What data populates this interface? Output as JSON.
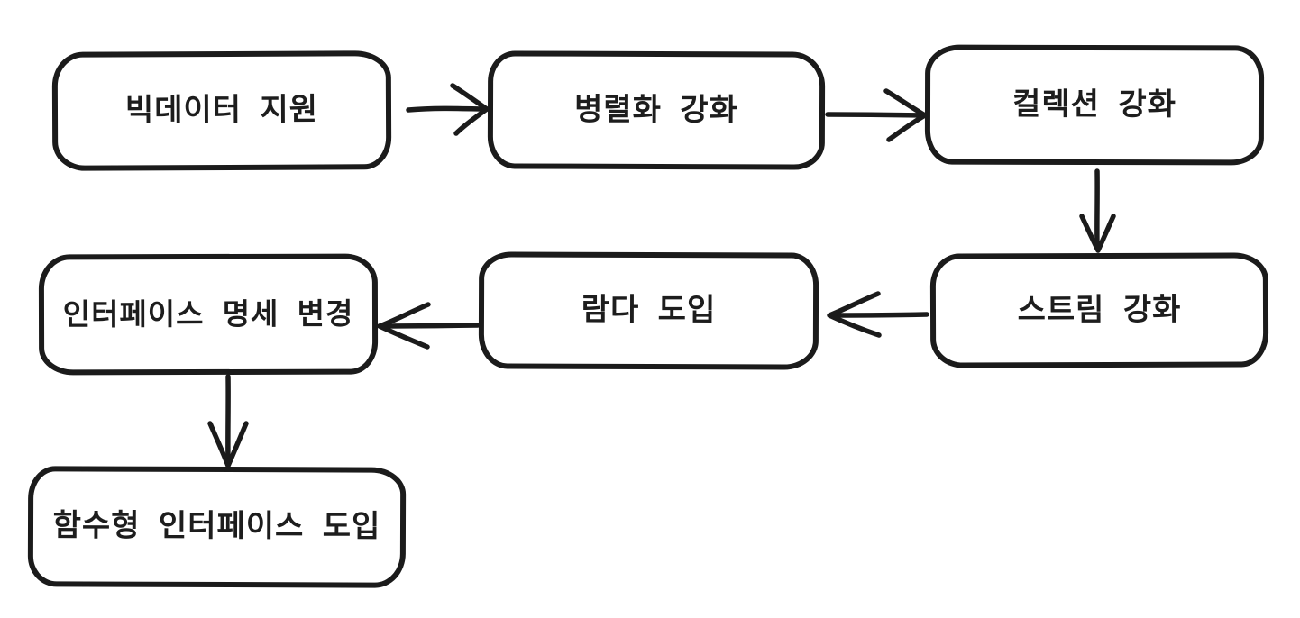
{
  "diagram": {
    "background_color": "#ffffff",
    "stroke_color": "#1b1b1b",
    "text_color": "#1d1d1d",
    "style": "hand-drawn flowchart",
    "nodes": [
      {
        "id": "big-data-support",
        "label": "빅데이터 지원"
      },
      {
        "id": "parallelization-enhance",
        "label": "병렬화 강화"
      },
      {
        "id": "collection-enhance",
        "label": "컬렉션 강화"
      },
      {
        "id": "stream-enhance",
        "label": "스트림 강화"
      },
      {
        "id": "lambda-introduction",
        "label": "람다 도입"
      },
      {
        "id": "interface-spec-change",
        "label": "인터페이스 명세 변경"
      },
      {
        "id": "functional-interface-introduction",
        "label": "함수형 인터페이스 도입"
      }
    ],
    "edges": [
      {
        "from": "big-data-support",
        "to": "parallelization-enhance",
        "direction": "right"
      },
      {
        "from": "parallelization-enhance",
        "to": "collection-enhance",
        "direction": "right"
      },
      {
        "from": "collection-enhance",
        "to": "stream-enhance",
        "direction": "down"
      },
      {
        "from": "stream-enhance",
        "to": "lambda-introduction",
        "direction": "left"
      },
      {
        "from": "lambda-introduction",
        "to": "interface-spec-change",
        "direction": "left"
      },
      {
        "from": "interface-spec-change",
        "to": "functional-interface-introduction",
        "direction": "down"
      }
    ]
  }
}
